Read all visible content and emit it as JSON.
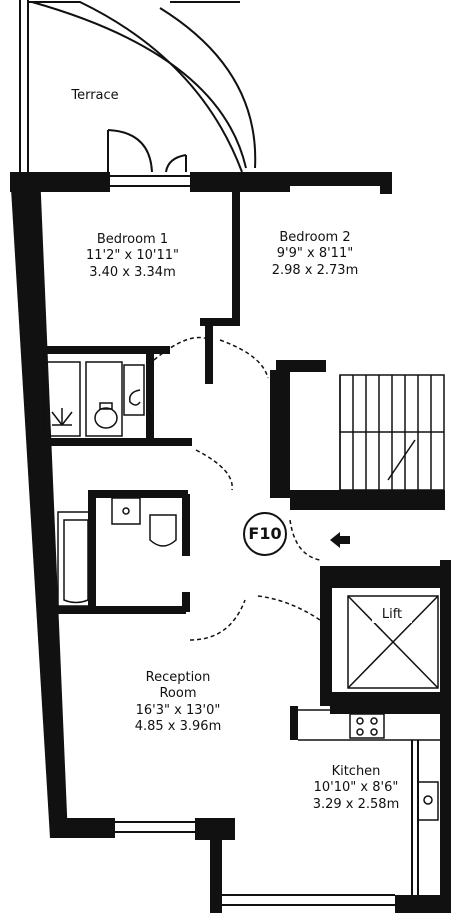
{
  "rooms": {
    "terrace": {
      "name": "Terrace"
    },
    "bedroom1": {
      "name": "Bedroom 1",
      "imperial": "11'2\" x 10'11\"",
      "metric": "3.40 x 3.34m"
    },
    "bedroom2": {
      "name": "Bedroom 2",
      "imperial": "9'9\" x 8'11\"",
      "metric": "2.98 x 2.73m"
    },
    "reception": {
      "name_line1": "Reception",
      "name_line2": "Room",
      "imperial": "16'3\" x 13'0\"",
      "metric": "4.85 x 3.96m"
    },
    "kitchen": {
      "name": "Kitchen",
      "imperial": "10'10\" x 8'6\"",
      "metric": "3.29 x 2.58m"
    },
    "lift": {
      "name": "Lift"
    }
  },
  "unit_marker": "F10",
  "icons": {
    "entrance": "entrance-arrow-icon",
    "shower": "shower-icon",
    "toilet": "toilet-icon",
    "basin": "basin-icon",
    "bath": "bath-icon",
    "hob": "hob-icon",
    "sink": "sink-icon"
  },
  "colors": {
    "wall": "#111111",
    "background": "#ffffff"
  }
}
